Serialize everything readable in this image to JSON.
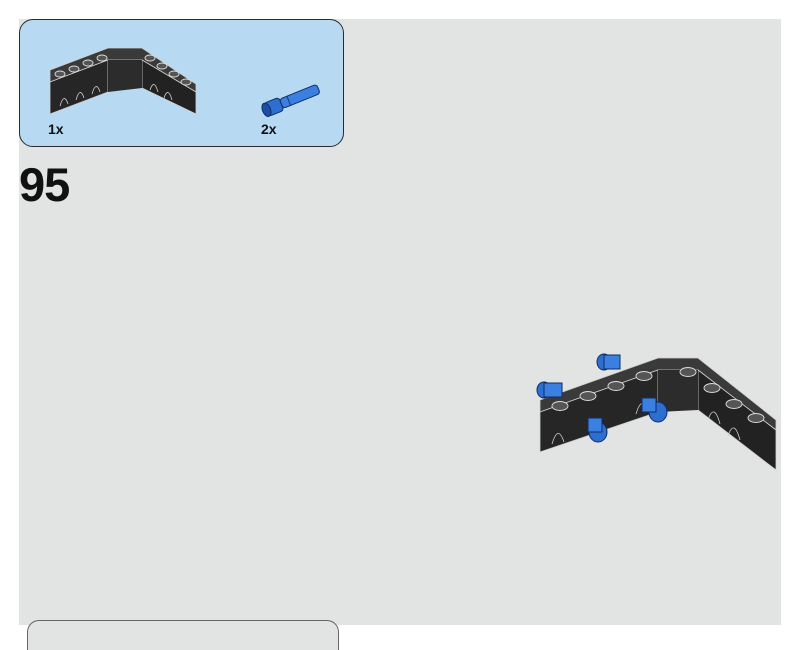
{
  "step": {
    "number": "95"
  },
  "parts_list": [
    {
      "part": "black-technic-l-beam",
      "color": "#2a2a2a",
      "quantity": "1x"
    },
    {
      "part": "blue-technic-axle-pin",
      "color": "#2d6fd1",
      "quantity": "2x"
    }
  ],
  "assembly": {
    "description": "black-l-beam-assembly-with-blue-pins",
    "beam_color": "#2a2a2a",
    "pin_color": "#2d6fd1"
  },
  "colors": {
    "background": "#e2e3e3",
    "callout": "#b8d9f2"
  }
}
